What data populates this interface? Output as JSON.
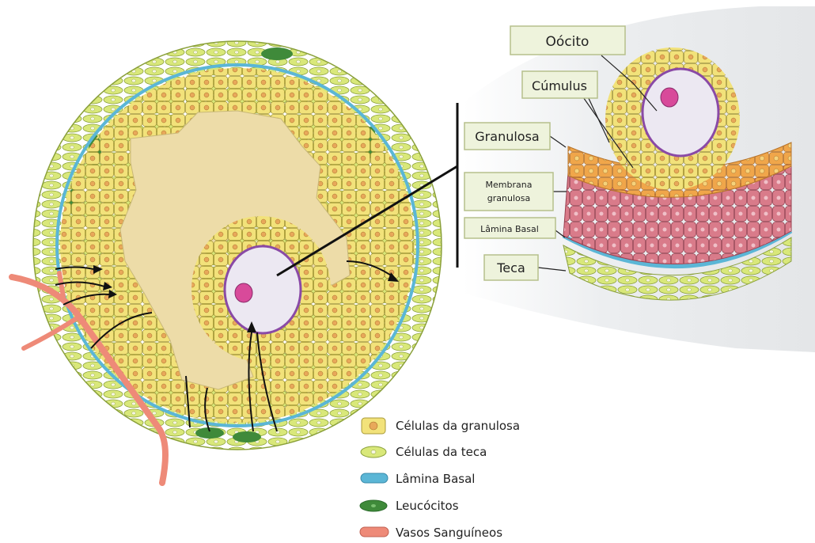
{
  "labels": {
    "oocito": "Oócito",
    "cumulus": "Cúmulus",
    "granulosa": "Granulosa",
    "membrana_line1": "Membrana",
    "membrana_line2": "granulosa",
    "lamina_basal": "Lâmina Basal",
    "teca": "Teca"
  },
  "legend": [
    {
      "name": "legend-granulosa",
      "label": "Células da granulosa",
      "color": "#f2e27a"
    },
    {
      "name": "legend-teca",
      "label": "Células da teca",
      "color": "#d9e87a"
    },
    {
      "name": "legend-lamina",
      "label": "Lâmina Basal",
      "color": "#5bb6d6"
    },
    {
      "name": "legend-leucocitos",
      "label": "Leucócitos",
      "color": "#3f8a3a"
    },
    {
      "name": "legend-vasos",
      "label": "Vasos Sanguíneos",
      "color": "#ee8a78"
    }
  ],
  "colors": {
    "antrum": "#eddca8",
    "granulosa_cell": "#f2e27a",
    "granulosa_outline": "#a89a38",
    "nucleus": "#e8a85a",
    "teca": "#d9e87a",
    "lamina": "#5bb6d6",
    "leukocyte": "#3f8a3a",
    "vessel": "#ee8a78",
    "oocyte": "#ece8f2",
    "oocyte_border": "#8a4aa6",
    "oocyte_nucleus": "#d84a9a",
    "membrane_pink": "#d97b8a",
    "granulosa_orange": "#f0a64a"
  }
}
